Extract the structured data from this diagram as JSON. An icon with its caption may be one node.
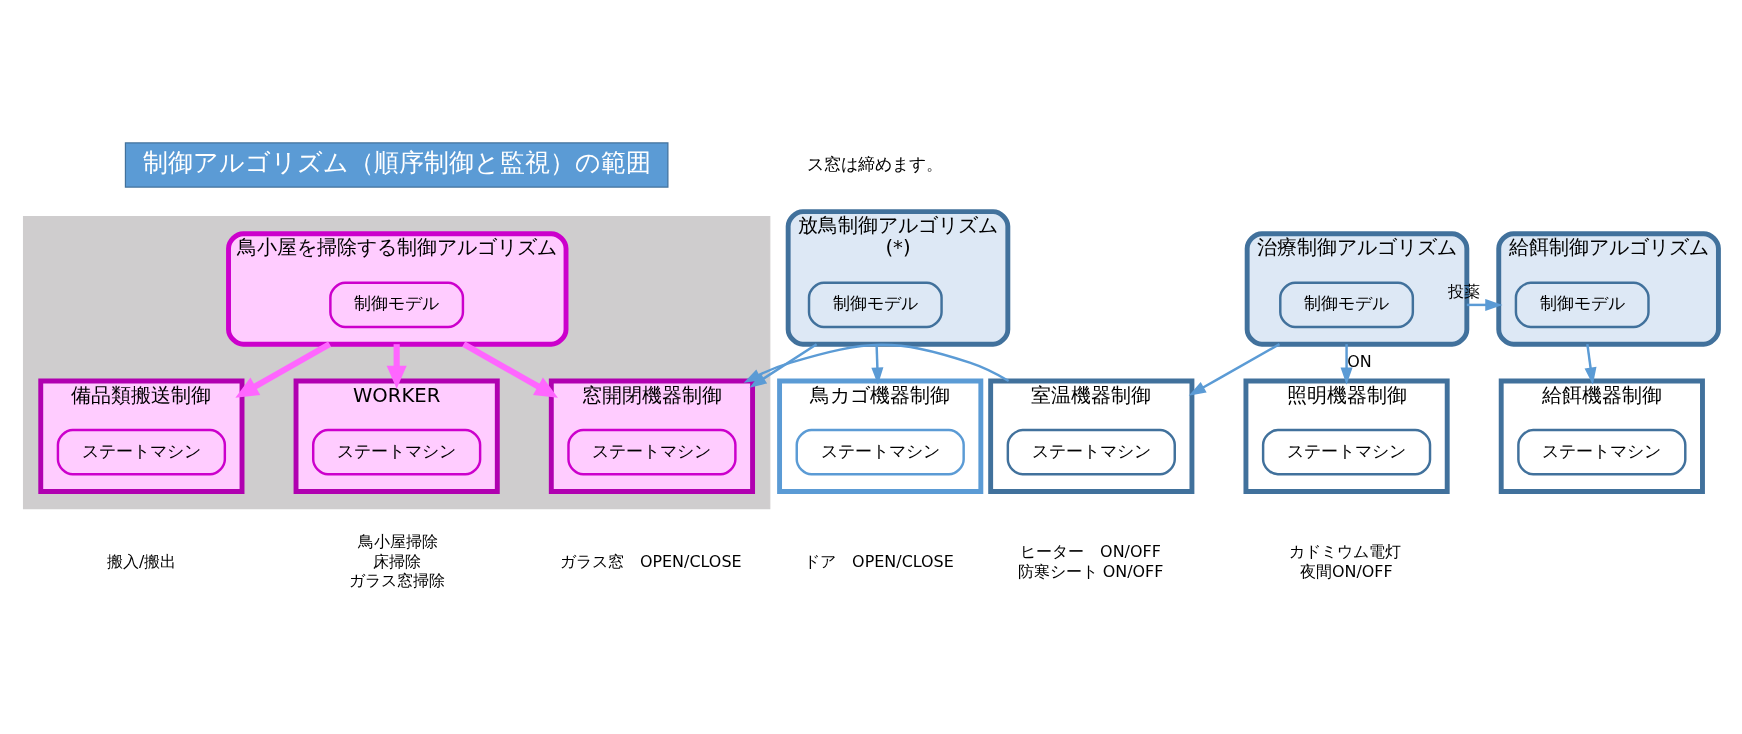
{
  "diagram": {
    "nodes": [
      {
        "text": [
          "放鳥制御アルゴリズム",
          "(*)"
        ]
      },
      {
        "text": [
          "制御モデル"
        ],
        "in": 0
      },
      {
        "text": [],
        "shape": "polygon"
      },
      {
        "text": [
          "制御アルゴリズム（順序制御と監視）の範囲"
        ]
      },
      {
        "text": [
          "鳥小屋を掃除する制御アルゴリズム"
        ],
        "in": 2
      },
      {
        "text": [
          "制御モデル"
        ],
        "in": 4
      },
      {
        "text": [
          "治療制御アルゴリズム"
        ]
      },
      {
        "text": [
          "制御モデル"
        ],
        "in": 6
      },
      {
        "text": [
          "給餌制御アルゴリズム"
        ]
      },
      {
        "text": [
          "制御モデル"
        ],
        "in": 8
      },
      {
        "text": [
          "鳥カゴ機器制御"
        ],
        "beside": [
          "ドア　OPEN/CLOSE"
        ]
      },
      {
        "text": [
          "ステートマシン"
        ],
        "in": 10
      },
      {
        "text": [
          "備品類搬送制御"
        ],
        "in": 2,
        "beside": [
          "搬入/搬出"
        ]
      },
      {
        "text": [
          "ステートマシン"
        ],
        "in": 12
      },
      {
        "text": [
          "WORKER"
        ],
        "in": 2,
        "beside": [
          "鳥小屋掃除",
          "床掃除",
          "ガラス窓掃除"
        ]
      },
      {
        "text": [
          "ステートマシン"
        ],
        "in": 14
      },
      {
        "text": [
          "窓開閉機器制御"
        ],
        "in": 2,
        "beside": [
          "ガラス窓　OPEN/CLOSE"
        ]
      },
      {
        "text": [
          "ステートマシン"
        ],
        "in": 16
      },
      {
        "text": [
          "室温機器制御"
        ],
        "beside": [
          "ヒーター　ON/OFF",
          "防寒シート ON/OFF"
        ]
      },
      {
        "text": [
          "ステートマシン"
        ],
        "in": 18
      },
      {
        "text": [
          "照明機器制御"
        ],
        "beside": [
          "カドミウム電灯",
          "夜間ON/OFF"
        ]
      },
      {
        "text": [
          "ステートマシン"
        ],
        "in": 20
      },
      {
        "text": [
          "給餌機器制御"
        ]
      },
      {
        "text": [
          "ステートマシン"
        ],
        "in": 22
      }
    ],
    "edges": [
      {
        "from": 0,
        "to": 10,
        "arrow": "to"
      },
      {
        "from": 0,
        "to": 16,
        "arrow": "to"
      },
      {
        "from": 4,
        "to": 12,
        "arrow": "to",
        "style": "thick",
        "color": "#ff66ff"
      },
      {
        "from": 4,
        "to": 14,
        "arrow": "to",
        "style": "thick",
        "color": "#ff66ff"
      },
      {
        "from": 4,
        "to": 16,
        "arrow": "to",
        "style": "thick",
        "color": "#ff66ff"
      },
      {
        "from": 6,
        "to": 8,
        "arrow": "to",
        "label": "投薬"
      },
      {
        "from": 6,
        "to": 18,
        "arrow": "to"
      },
      {
        "from": 6,
        "to": 20,
        "arrow": "to",
        "label": "ON"
      },
      {
        "from": 8,
        "to": 22,
        "arrow": "to"
      },
      {
        "from": 18,
        "to": 16,
        "arrow": "to"
      }
    ],
    "labels": [
      "ス窓は締めます。"
    ]
  }
}
